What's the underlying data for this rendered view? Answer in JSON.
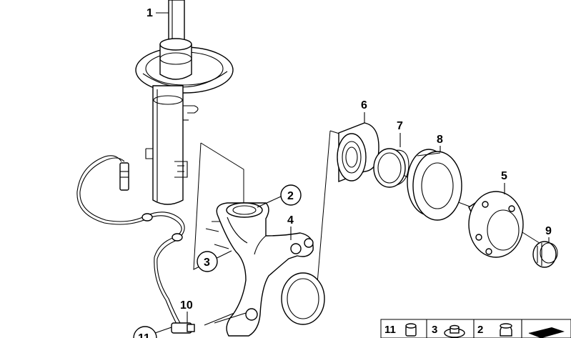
{
  "callouts": {
    "c1": "1",
    "c2": "2",
    "c3": "3",
    "c4": "4",
    "c5": "5",
    "c6": "6",
    "c7": "7",
    "c8": "8",
    "c9": "9",
    "c10": "10",
    "c11": "11"
  },
  "legend": {
    "items": [
      {
        "num": "11",
        "icon": "small-bolt-icon"
      },
      {
        "num": "3",
        "icon": "washer-nut-icon"
      },
      {
        "num": "2",
        "icon": "hex-nut-icon"
      }
    ]
  }
}
